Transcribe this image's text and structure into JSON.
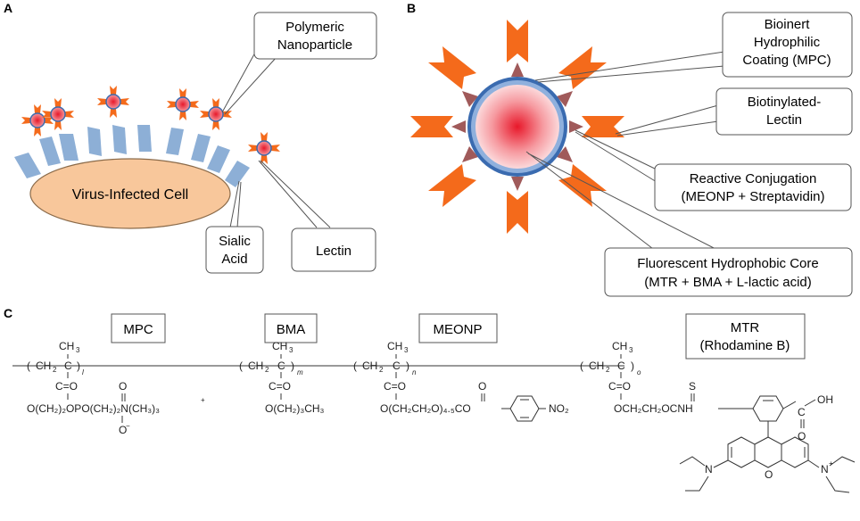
{
  "panel_a": {
    "letter": "A",
    "cell_label": "Virus-Infected Cell",
    "callouts": {
      "nanoparticle": [
        "Polymeric",
        "Nanoparticle"
      ],
      "sialic_acid": [
        "Sialic",
        "Acid"
      ],
      "lectin": "Lectin"
    }
  },
  "panel_b": {
    "letter": "B",
    "callouts": {
      "coating": [
        "Bioinert",
        "Hydrophilic",
        "Coating (MPC)"
      ],
      "lectin": [
        "Biotinylated-",
        "Lectin"
      ],
      "conjugation": [
        "Reactive Conjugation",
        "(MEONP + Streptavidin)"
      ],
      "core": [
        "Fluorescent Hydrophobic Core",
        "(MTR + BMA + L-lactic acid)"
      ]
    }
  },
  "panel_c": {
    "letter": "C",
    "monomer_labels": {
      "mpc": "MPC",
      "bma": "BMA",
      "meonp": "MEONP",
      "mtr": [
        "MTR",
        "(Rhodamine B)"
      ]
    },
    "chem_text": {
      "ch3": "CH",
      "ch3_sub": "3",
      "ch2": "CH",
      "ch2_sub": "2",
      "c": "C",
      "co": "C=O",
      "idx_l": "l",
      "idx_m": "m",
      "idx_n": "n",
      "idx_o": "o",
      "mpc_side": "O(CH₂)₂OPO(CH₂)₂N(CH₃)₃",
      "mpc_o_top": "O",
      "mpc_o_minus": "O",
      "mpc_plus": "+",
      "bma_side": "O(CH₂)₃CH₃",
      "meonp_side": "O(CH₂CH₂O)₄.₅CO",
      "meonp_o": "O",
      "meonp_no2": "NO₂",
      "mtr_side": "OCH₂CH₂OCNH",
      "mtr_s": "S",
      "mtr_cooh": "OH",
      "mtr_o_acid": "O",
      "mtr_n_left": "N",
      "mtr_n_right": "N",
      "mtr_o_ring": "O",
      "mtr_plus": "+"
    }
  },
  "colors": {
    "receptor": "#8DAFD6",
    "cell_fill": "#F8C79B",
    "cell_stroke": "#8B6B4A",
    "particle_core": "#E8182A",
    "particle_ring": "#3A6BB0",
    "arm": "#F46A1B",
    "triangle": "#A05A5A"
  }
}
